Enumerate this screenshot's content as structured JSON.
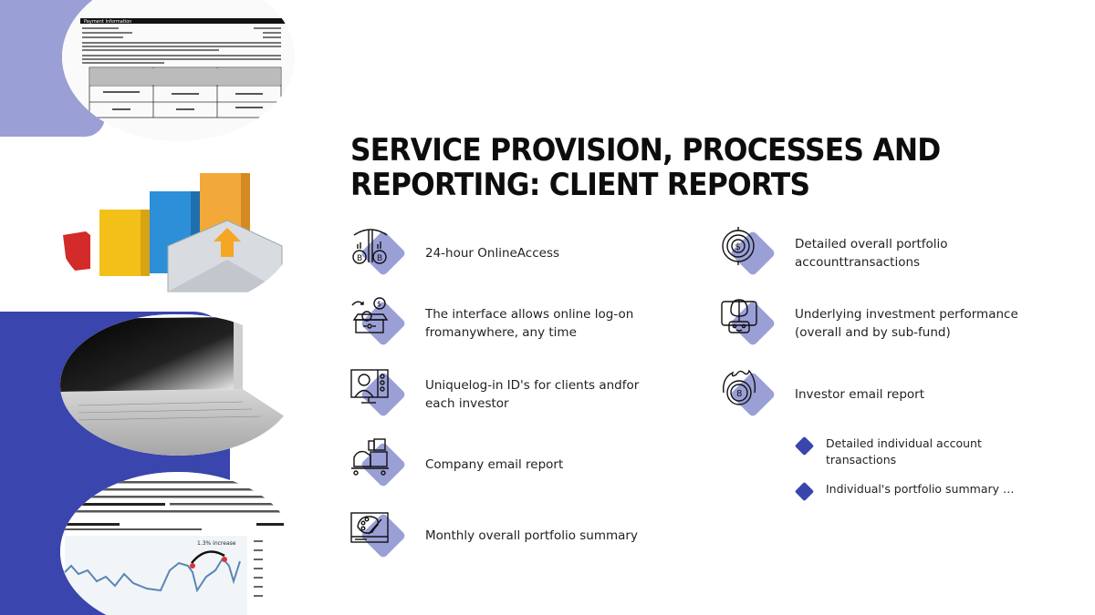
{
  "slide": {
    "title": "SERVICE PROVISION, PROCESSES AND REPORTING: CLIENT REPORTS",
    "colors": {
      "accent_light": "#9a9fd6",
      "accent_dark": "#3a45ad",
      "text": "#222222",
      "title": "#0d0d0d"
    }
  },
  "images": [
    {
      "name": "payment-statement-photo",
      "caption": "Payment Information"
    },
    {
      "name": "bar-chart-envelope-photo",
      "caption": ""
    },
    {
      "name": "laptop-photo",
      "caption": ""
    },
    {
      "name": "margins-article-photo",
      "caption": "1.3% increase"
    }
  ],
  "features_left": [
    {
      "icon": "bitcoin-mining-icon",
      "label": "24-hour OnlineAccess"
    },
    {
      "icon": "money-box-icon",
      "label": "The interface allows online log-on fromanywhere, any time"
    },
    {
      "icon": "user-monitor-icon",
      "label": "Uniquelog-in ID's for clients andfor each investor"
    },
    {
      "icon": "desk-cart-icon",
      "label": "Company email report"
    },
    {
      "icon": "palette-screen-icon",
      "label": "Monthly overall portfolio summary"
    }
  ],
  "features_right": [
    {
      "icon": "dollar-target-icon",
      "label": "Detailed overall portfolio accounttransactions"
    },
    {
      "icon": "robot-brain-icon",
      "label": "Underlying investment performance (overall and by sub-fund)"
    },
    {
      "icon": "timer-flame-icon",
      "label": "Investor email report"
    }
  ],
  "sub_items": [
    {
      "label": "Detailed individual account transactions"
    },
    {
      "label": "Individual's portfolio summary …"
    }
  ]
}
